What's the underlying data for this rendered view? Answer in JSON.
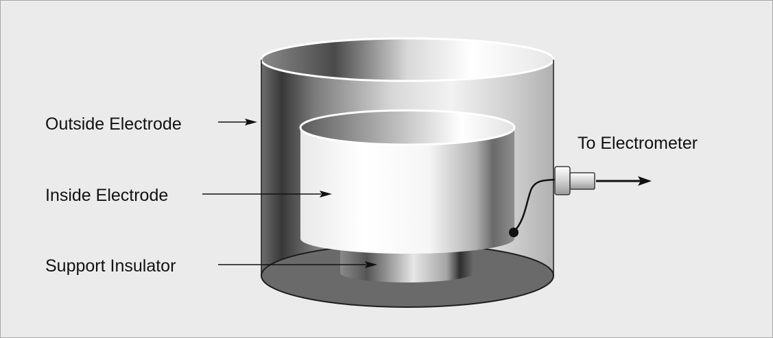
{
  "diagram": {
    "labels": {
      "outside_electrode": "Outside Electrode",
      "inside_electrode": "Inside Electrode",
      "support_insulator": "Support Insulator",
      "to_electrometer": "To Electrometer"
    }
  }
}
